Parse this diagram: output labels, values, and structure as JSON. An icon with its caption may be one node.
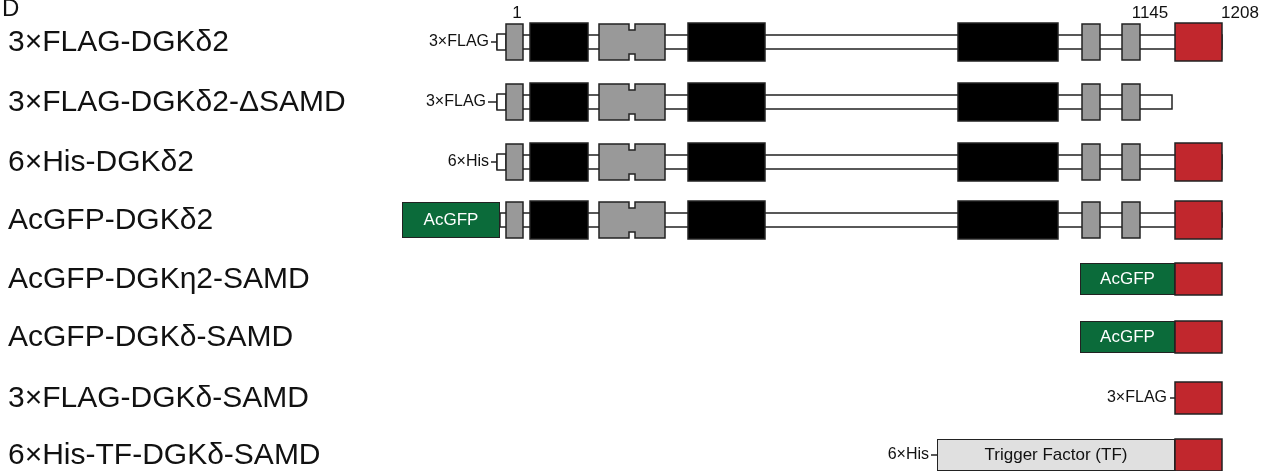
{
  "diagram": {
    "nodes": [
      {
        "text": [
          "AcGFP"
        ]
      },
      {
        "text": [
          "AcGFP"
        ]
      },
      {
        "text": [
          "AcGFP"
        ]
      },
      {
        "text": [
          "Trigger Factor (TF)"
        ]
      }
    ],
    "labels": [
      "D",
      "1",
      "1145",
      "1208",
      "3×FLAG-DGKδ2",
      "3×FLAG",
      "3×FLAG-DGKδ2-ΔSAMD",
      "3×FLAG",
      "6×His-DGKδ2",
      "6×His",
      "AcGFP-DGKδ2",
      "AcGFP-DGKη2-SAMD",
      "AcGFP-DGKδ-SAMD",
      "3×FLAG-DGKδ-SAMD",
      "3×FLAG",
      "6×His-TF-DGKδ-SAMD",
      "6×His"
    ]
  }
}
